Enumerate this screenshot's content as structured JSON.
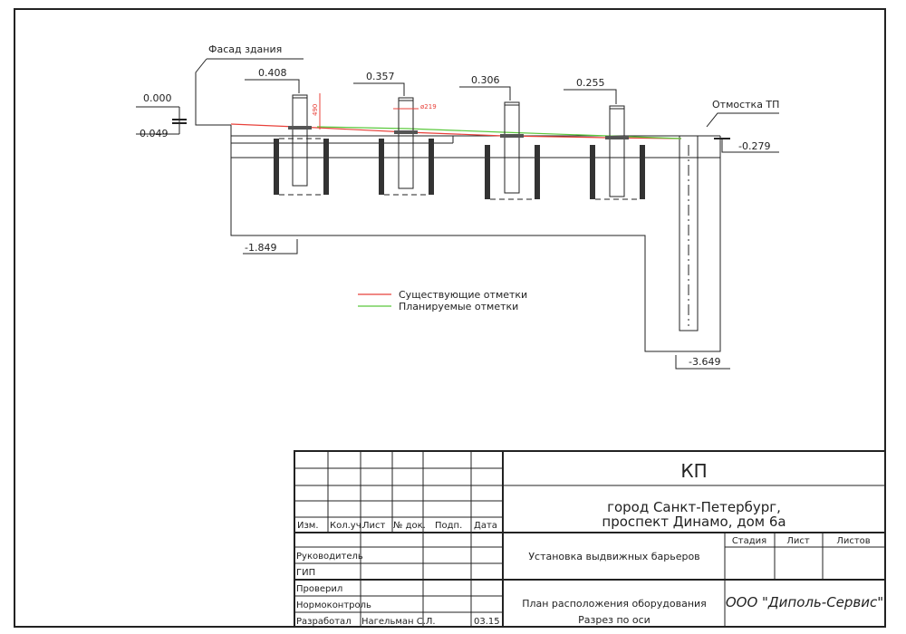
{
  "drawing": {
    "facade_label": "Фасад здания",
    "marks": {
      "zero": "0.000",
      "left_low": "-0.049",
      "b1": "0.408",
      "b2": "0.357",
      "b3": "0.306",
      "b4": "0.255",
      "tp": "-0.279",
      "bottom1": "-1.849",
      "bottom2": "-3.649"
    },
    "otmostka_label": "Отмостка ТП",
    "dim_height": "490",
    "dim_diameter": "ø219",
    "legend": [
      {
        "label": "Существующие отметки",
        "color": "#e8413a"
      },
      {
        "label": "Планируемые отметки",
        "color": "#5ac83c"
      }
    ]
  },
  "title_block": {
    "code": "КП",
    "address_line1": "город Санкт-Петербург,",
    "address_line2": "проспект Динамо, дом 6а",
    "headers": [
      "Изм.",
      "Кол.уч.",
      "Лист",
      "№ док.",
      "Подп.",
      "Дата"
    ],
    "roles": [
      "Руководитель",
      "ГИП",
      "Проверил",
      "Нормоконтроль",
      "Разработал"
    ],
    "developer_name": "Нагельман С.Л.",
    "date": "03.15",
    "project_title": "Установка выдвижных барьеров",
    "sheet_title_line1": "План расположения оборудования",
    "sheet_title_line2": "Разрез по оси",
    "stage_headers": [
      "Стадия",
      "Лист",
      "Листов"
    ],
    "company": "ООО \"Диполь-Сервис\""
  }
}
